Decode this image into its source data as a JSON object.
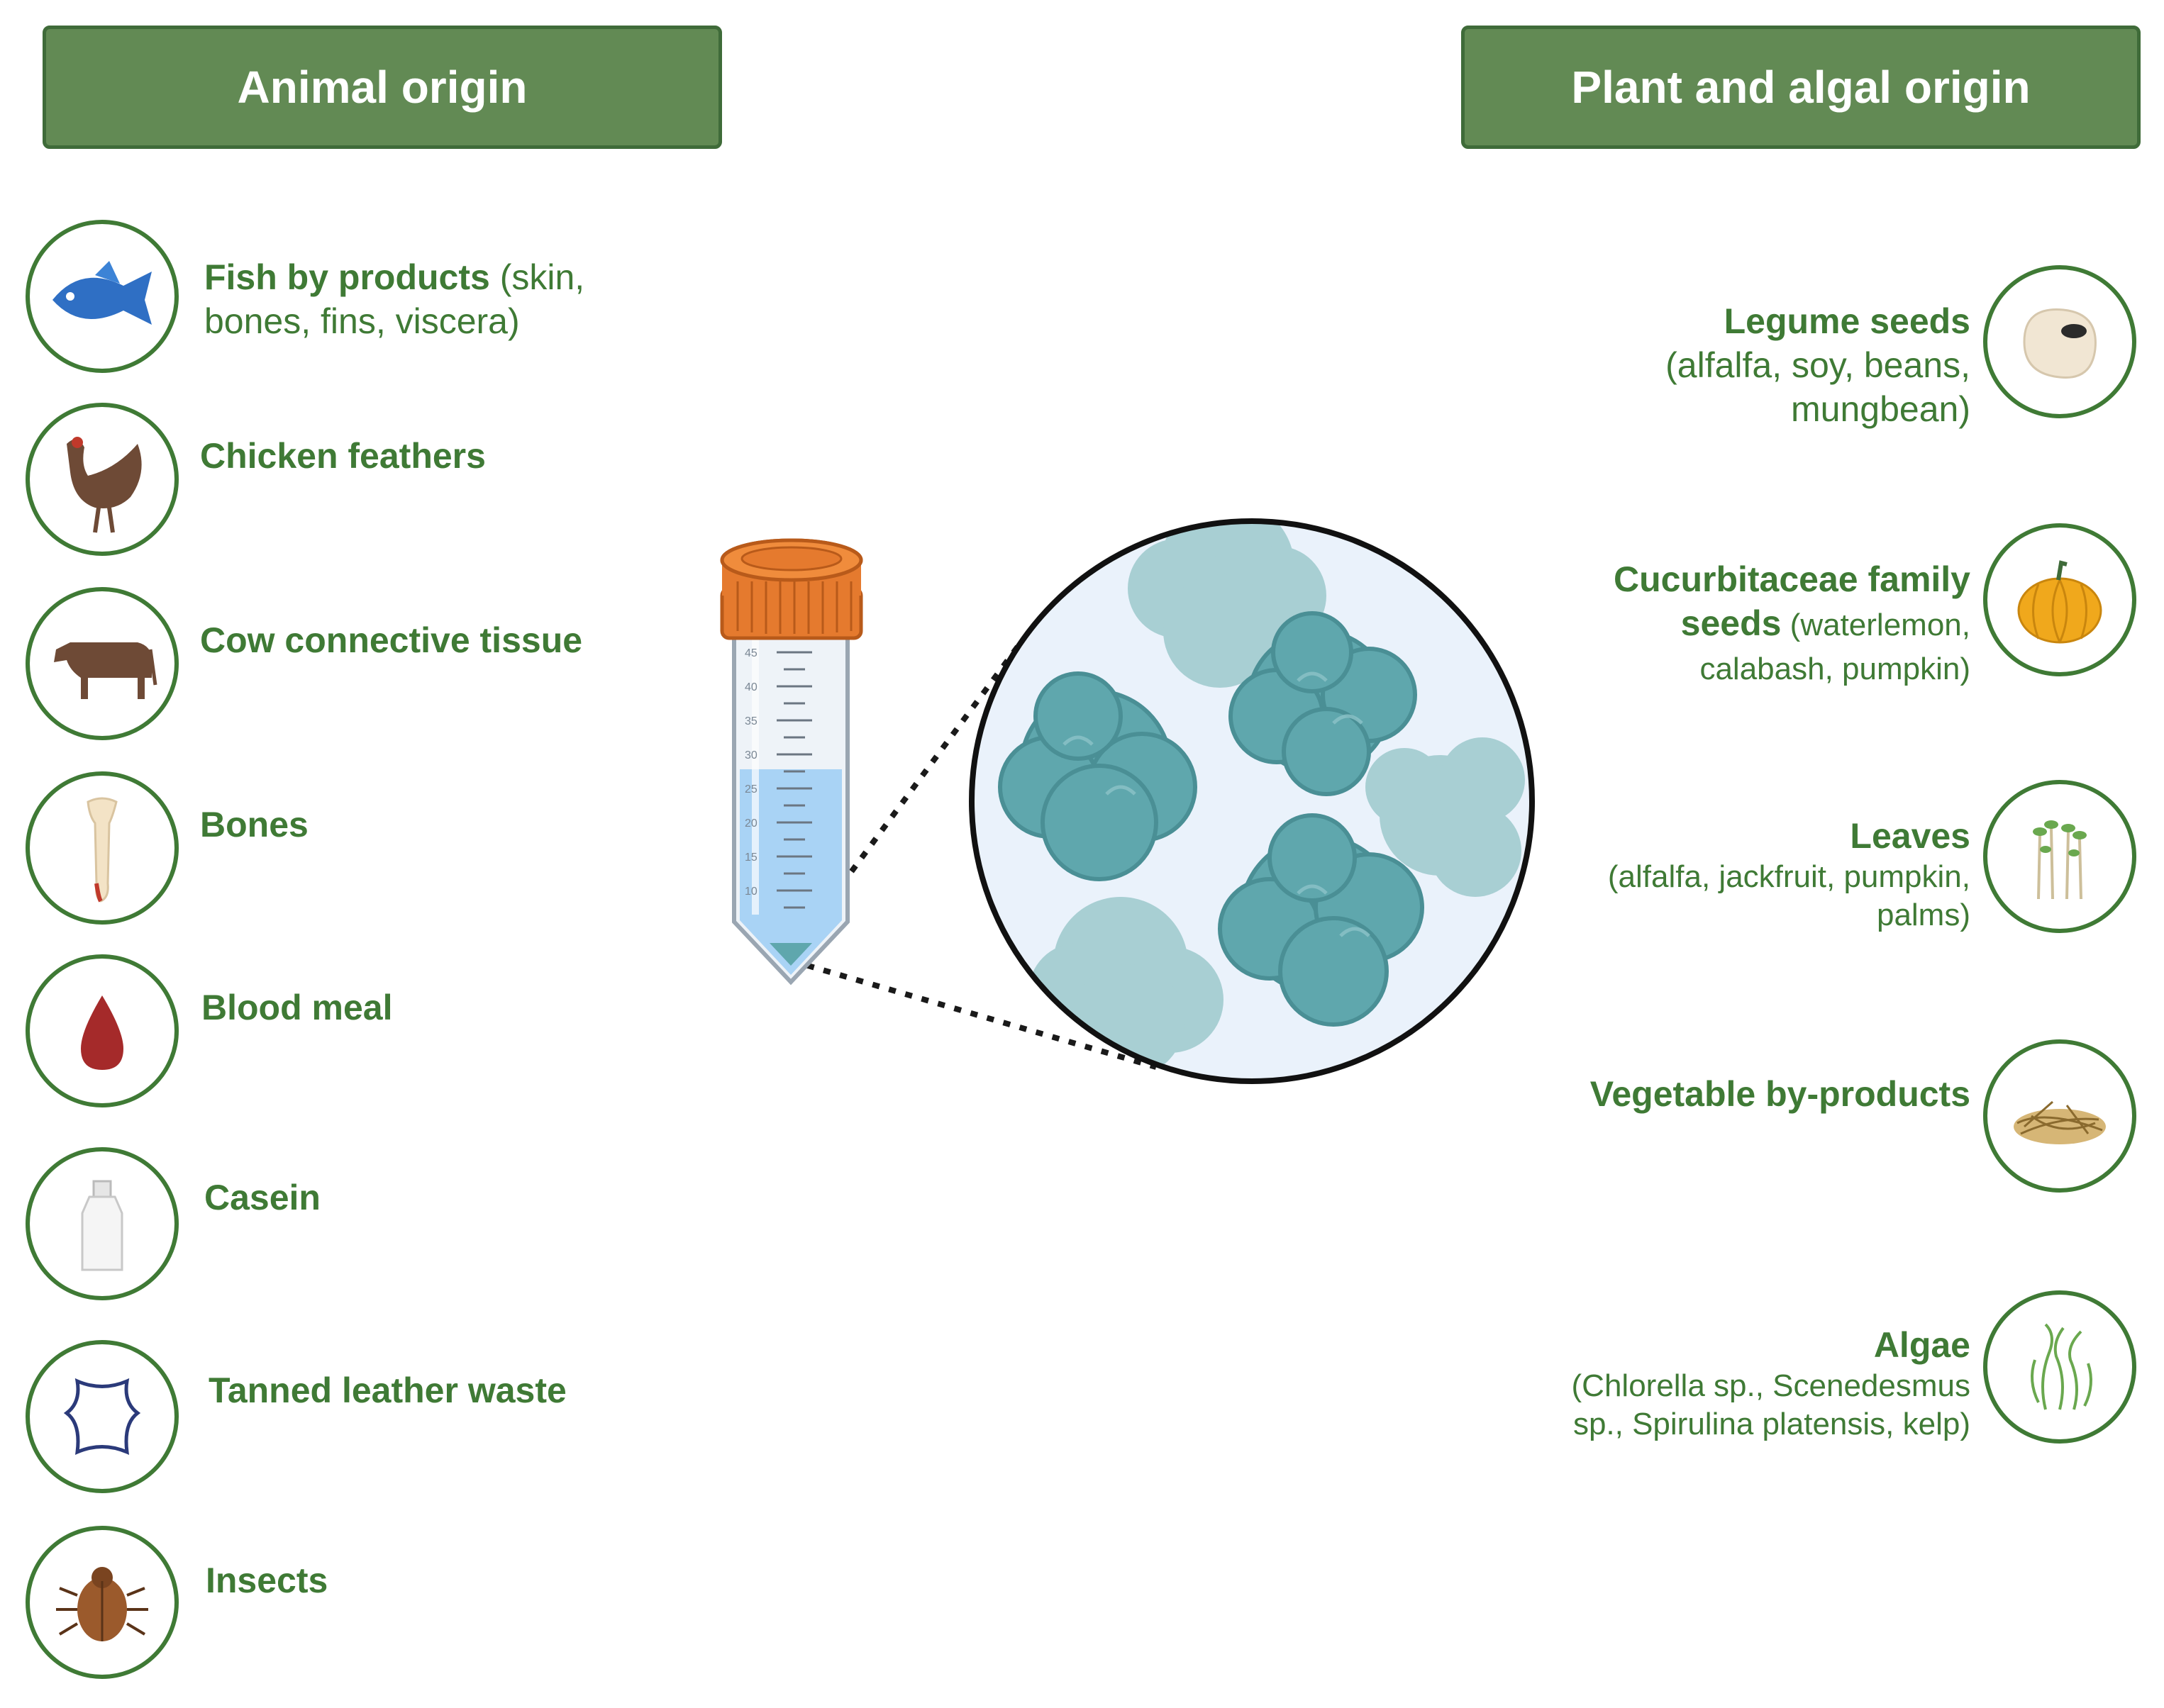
{
  "headers": {
    "animal": "Animal origin",
    "plant": "Plant and algal origin"
  },
  "animal_items": [
    {
      "bold": "Fish by products",
      "rest": " (skin, bones, fins, viscera)",
      "icon": "fish-icon"
    },
    {
      "bold": "Chicken feathers",
      "rest": "",
      "icon": "chicken-icon"
    },
    {
      "bold": "Cow connective tissue",
      "rest": "",
      "icon": "cow-icon"
    },
    {
      "bold": "Bones",
      "rest": "",
      "icon": "bone-icon"
    },
    {
      "bold": "Blood meal",
      "rest": "",
      "icon": "blood-drop-icon"
    },
    {
      "bold": "Casein",
      "rest": "",
      "icon": "milk-bottle-icon"
    },
    {
      "bold": "Tanned leather waste",
      "rest": "",
      "icon": "leather-hide-icon"
    },
    {
      "bold": "Insects",
      "rest": "",
      "icon": "beetle-icon"
    }
  ],
  "plant_items": [
    {
      "bold": "Legume seeds",
      "rest": "(alfalfa, soy, beans, mungbean)",
      "icon": "bean-icon"
    },
    {
      "bold": "Cucurbitaceae family seeds",
      "rest": " (waterlemon, calabash, pumpkin)",
      "icon": "pumpkin-icon"
    },
    {
      "bold": "Leaves",
      "rest": "(alfalfa, jackfruit, pumpkin, palms)",
      "icon": "sprouts-icon"
    },
    {
      "bold": "Vegetable by-products",
      "rest": "",
      "icon": "straw-icon"
    },
    {
      "bold": "Algae",
      "rest": "(Chlorella sp., Scenedesmus sp., Spirulina platensis, kelp)",
      "icon": "algae-icon"
    }
  ],
  "tube_scale": [
    "45",
    "40",
    "35",
    "30",
    "25",
    "20",
    "15",
    "10"
  ],
  "colors": {
    "header_bg": "#628a54",
    "header_border": "#3f6b39",
    "text_green": "#3f7a35",
    "cap_orange": "#e57a2e",
    "liquid_blue": "#a9d3f5",
    "aggregate_dark": "#5fa7ad",
    "aggregate_light": "#a8cfd3"
  }
}
